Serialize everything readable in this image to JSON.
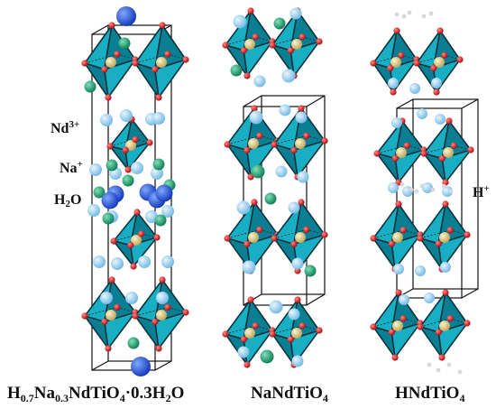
{
  "labels": {
    "nd_ion": {
      "base": "Nd",
      "sup": "3+"
    },
    "na_ion": {
      "base": "Na",
      "sup": "+"
    },
    "water": {
      "pre": "H",
      "sub": "2",
      "post": "O"
    },
    "proton": {
      "base": "H",
      "sup": "+"
    }
  },
  "captions": [
    {
      "segments": [
        {
          "t": "H",
          "sub": false
        },
        {
          "t": "0.7",
          "sub": true
        },
        {
          "t": "Na",
          "sub": false
        },
        {
          "t": "0.3",
          "sub": true
        },
        {
          "t": "NdTiO",
          "sub": false
        },
        {
          "t": "4",
          "sub": true
        },
        {
          "t": "·0.3H",
          "sub": false
        },
        {
          "t": "2",
          "sub": true
        },
        {
          "t": "O",
          "sub": false
        }
      ]
    },
    {
      "segments": [
        {
          "t": "NaNdTiO",
          "sub": false
        },
        {
          "t": "4",
          "sub": true
        }
      ]
    },
    {
      "segments": [
        {
          "t": "HNdTiO",
          "sub": false
        },
        {
          "t": "4",
          "sub": true
        }
      ]
    }
  ],
  "colors": {
    "octahedron": "#18aec4",
    "octahedron_dark": "#0a7f94",
    "oxygen": "#e01010",
    "titanium": "#e8d58a",
    "neodymium": "#9fd3f0",
    "sodium": "#139a6c",
    "water": "#1f55e0",
    "proton": "#d8d8d8",
    "cell_edge": "#111111"
  }
}
